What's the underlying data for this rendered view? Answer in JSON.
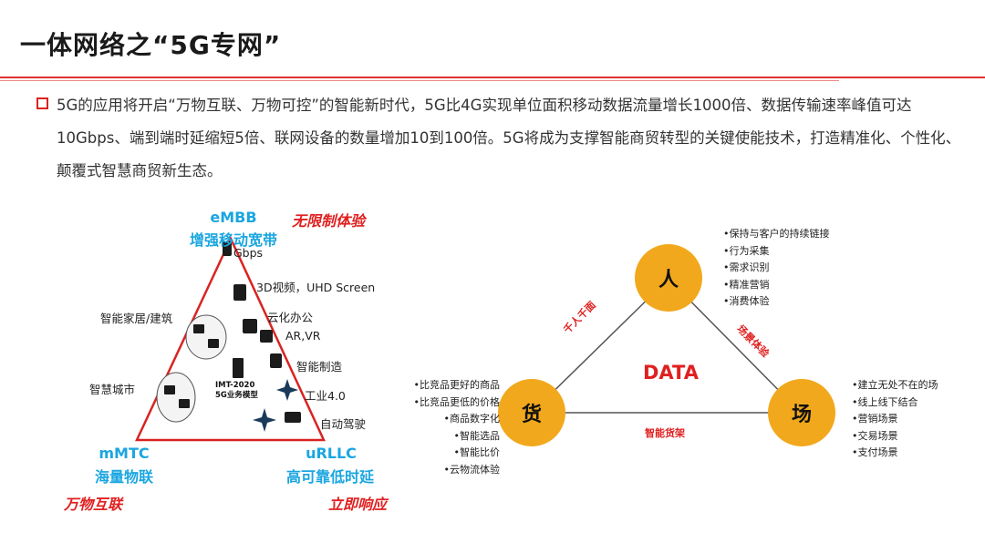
{
  "slide": {
    "title": "一体网络之“5G专网”",
    "intro": "5G的应用将开启“万物互联、万物可控”的智能新时代，5G比4G实现单位面积移动数据流量增长1000倍、数据传输速率峰值可达10Gbps、端到端时延缩短5倍、联网设备的数量增加10到100倍。5G将成为支撑智能商贸转型的关键使能技术，打造精准化、个性化、颠覆式智慧商贸新生态。"
  },
  "triangle": {
    "top_en": "eMBB",
    "top_cn": "增强移动宽带",
    "top_tag": "无限制体验",
    "left_en": "mMTC",
    "left_cn": "海量物联",
    "left_tag": "万物互联",
    "right_en": "uRLLC",
    "right_cn": "高可靠低时延",
    "right_tag": "立即响应",
    "center_label": "IMT-2020 5G业务模型",
    "labels": {
      "gbps": "Gbps",
      "video": "3D视频，UHD Screen",
      "cloud": "云化办公",
      "arvr": "AR,VR",
      "manufacturing": "智能制造",
      "industry": "工业4.0",
      "driving": "自动驾驶",
      "home": "智能家居/建筑",
      "city": "智慧城市"
    }
  },
  "data_diagram": {
    "center": "DATA",
    "person": "人",
    "goods": "货",
    "place": "场",
    "edge_person_goods": "千人千面",
    "edge_person_place": "场景体验",
    "edge_goods_place": "智能货架",
    "person_items": [
      "•保持与客户的持续链接",
      "•行为采集",
      "•需求识别",
      "•精准营销",
      "•消费体验"
    ],
    "goods_items": [
      "•比竞品更好的商品",
      "•比竞品更低的价格",
      "•商品数字化",
      "•智能选品",
      "•智能比价",
      "•云物流体验"
    ],
    "place_items": [
      "•建立无处不在的场",
      "•线上线下结合",
      "•营销场景",
      "•交易场景",
      "•支付场景"
    ],
    "colors": {
      "node": "#f2a81c",
      "accent_red": "#e02020",
      "accent_blue": "#1aa6e0"
    }
  }
}
